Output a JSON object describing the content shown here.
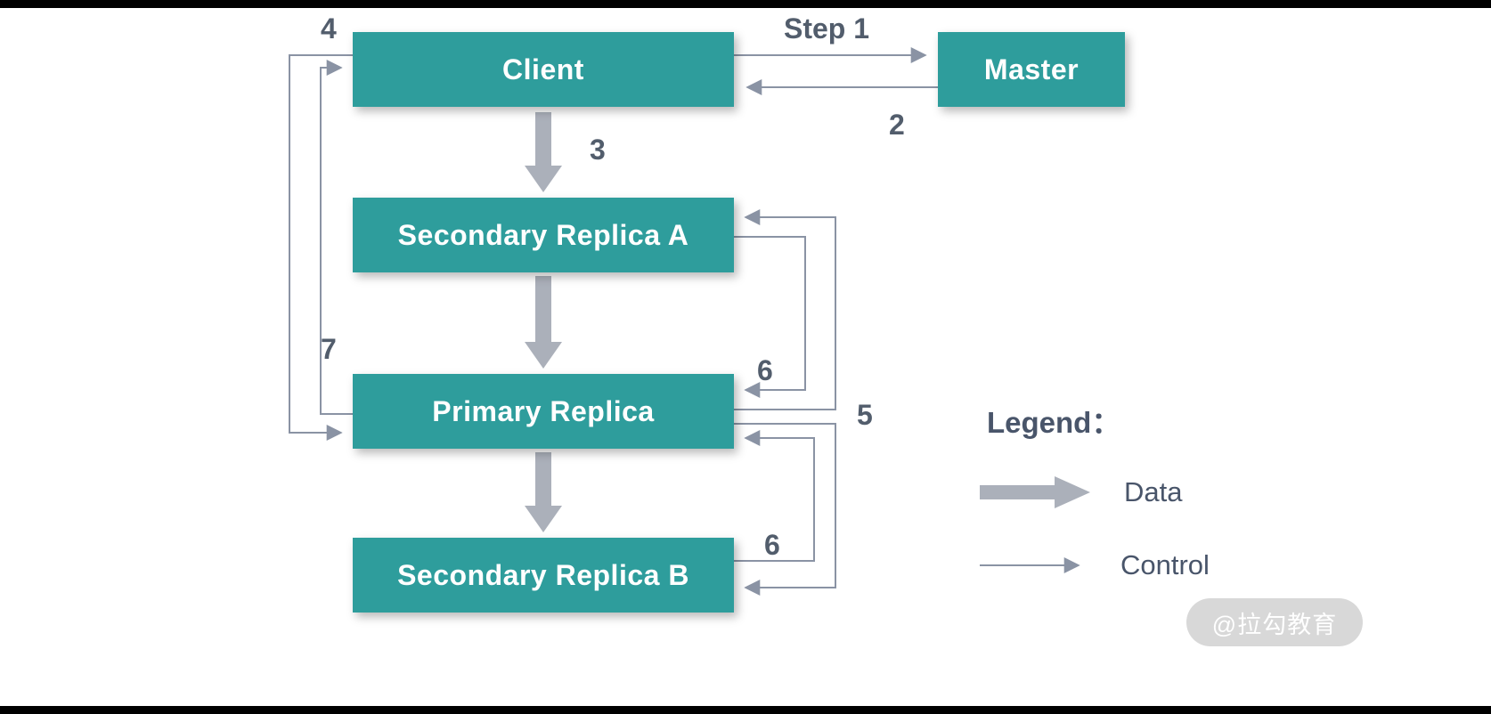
{
  "diagram": {
    "nodes": [
      {
        "id": "client",
        "label": "Client"
      },
      {
        "id": "master",
        "label": "Master"
      },
      {
        "id": "secondary-a",
        "label": "Secondary Replica A"
      },
      {
        "id": "primary",
        "label": "Primary Replica"
      },
      {
        "id": "secondary-b",
        "label": "Secondary Replica B"
      }
    ],
    "edges": [
      {
        "from": "Client",
        "to": "Master",
        "type": "control",
        "label": "Step 1"
      },
      {
        "from": "Master",
        "to": "Client",
        "type": "control",
        "label": "2"
      },
      {
        "from": "Client",
        "to": "Secondary Replica A",
        "type": "data",
        "label": "3"
      },
      {
        "from": "Client",
        "to": "Primary Replica",
        "type": "control",
        "label": "4"
      },
      {
        "from": "Secondary Replica A",
        "to": "Primary Replica",
        "type": "data",
        "label": ""
      },
      {
        "from": "Primary Replica",
        "to": "Secondary Replica A",
        "type": "control",
        "label": "5"
      },
      {
        "from": "Secondary Replica A",
        "to": "Primary Replica",
        "type": "control",
        "label": "6"
      },
      {
        "from": "Primary Replica",
        "to": "Secondary Replica B",
        "type": "data",
        "label": ""
      },
      {
        "from": "Primary Replica",
        "to": "Secondary Replica B",
        "type": "control",
        "label": "5"
      },
      {
        "from": "Secondary Replica B",
        "to": "Primary Replica",
        "type": "control",
        "label": "6"
      },
      {
        "from": "Primary Replica",
        "to": "Client",
        "type": "control",
        "label": "7"
      }
    ],
    "step_labels": {
      "step1": "Step 1",
      "step2": "2",
      "step3": "3",
      "step4": "4",
      "step5": "5",
      "step6_upper": "6",
      "step6_lower": "6",
      "step7": "7"
    }
  },
  "legend": {
    "title": "Legend：",
    "data_label": "Data",
    "control_label": "Control"
  },
  "watermark": "@拉勾教育",
  "colors": {
    "node_fill": "#2e9d9c",
    "node_text": "#ffffff",
    "control_arrow": "#8a93a4",
    "data_arrow": "#abb0ba",
    "label_text": "#525d6c",
    "background": "#ffffff",
    "frame_bars": "#000000"
  }
}
